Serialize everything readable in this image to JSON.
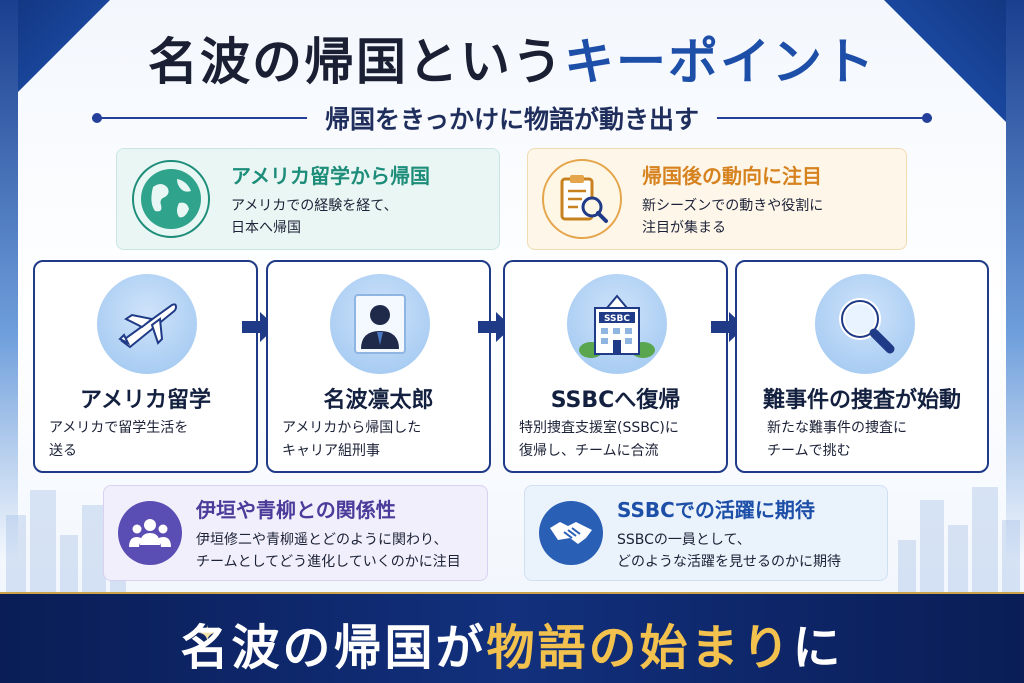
{
  "title": {
    "part1": "名波の帰国という",
    "part2": "キーポイント"
  },
  "subtitle": "帰国をきっかけに物語が動き出す",
  "info_top_left": {
    "heading": "アメリカ留学から帰国",
    "line1": "アメリカでの経験を経て、",
    "line2": "日本へ帰国",
    "icon": "globe-icon"
  },
  "info_top_right": {
    "heading": "帰国後の動向に注目",
    "line1": "新シーズンでの動きや役割に",
    "line2": "注目が集まる",
    "icon": "clipboard-search-icon"
  },
  "steps": [
    {
      "heading": "アメリカ留学",
      "line1": "アメリカで留学生活を",
      "line2": "送る",
      "icon": "airplane-icon"
    },
    {
      "heading": "名波凛太郎",
      "line1": "アメリカから帰国した",
      "line2": "キャリア組刑事",
      "icon": "person-icon"
    },
    {
      "heading": "SSBCへ復帰",
      "line1": "特別捜査支援室(SSBC)に",
      "line2": "復帰し、チームに合流",
      "icon": "building-icon",
      "sign": "SSBC"
    },
    {
      "heading": "難事件の捜査が始動",
      "line1": "新たな難事件の捜査に",
      "line2": "チームで挑む",
      "icon": "magnifier-icon"
    }
  ],
  "info_bottom_left": {
    "heading": "伊垣や青柳との関係性",
    "line1": "伊垣修二や青柳遥とどのように関わり、",
    "line2": "チームとしてどう進化していくのかに注目",
    "icon": "group-icon"
  },
  "info_bottom_right": {
    "heading": "SSBCでの活躍に期待",
    "line1": "SSBCの一員として、",
    "line2": "どのような活躍を見せるのかに期待",
    "icon": "handshake-icon"
  },
  "banner": {
    "part1": "名波の帰国",
    "part2": "が",
    "part3": "物語の始まり",
    "part4": "に"
  },
  "colors": {
    "navy": "#1f3a86",
    "accent_blue": "#1d4fa8",
    "teal": "#1d8d7a",
    "orange": "#d6821f",
    "purple": "#4b3b9a",
    "gold": "#f2c14e"
  }
}
